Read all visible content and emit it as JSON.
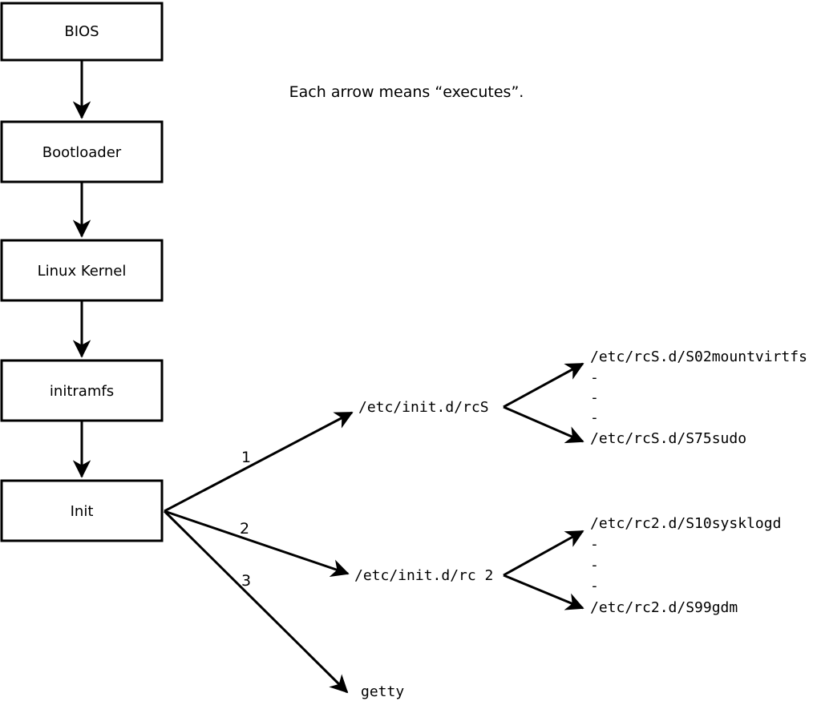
{
  "diagram": {
    "note": "Each arrow means “executes”.",
    "chain": [
      {
        "label": "BIOS"
      },
      {
        "label": "Bootloader"
      },
      {
        "label": "Linux Kernel"
      },
      {
        "label": "initramfs"
      },
      {
        "label": "Init"
      }
    ],
    "init_arrows": [
      {
        "number": "1",
        "target": "/etc/init.d/rcS"
      },
      {
        "number": "2",
        "target": "/etc/init.d/rc 2"
      },
      {
        "number": "3",
        "target": "getty"
      }
    ],
    "rcS_scripts": [
      "/etc/rcS.d/S02mountvirtfs",
      "-",
      "-",
      "-",
      "/etc/rcS.d/S75sudo"
    ],
    "rc2_scripts": [
      "/etc/rc2.d/S10sysklogd",
      "-",
      "-",
      "-",
      "/etc/rc2.d/S99gdm"
    ],
    "colors": {
      "line": "#000000",
      "background": "#ffffff"
    }
  }
}
